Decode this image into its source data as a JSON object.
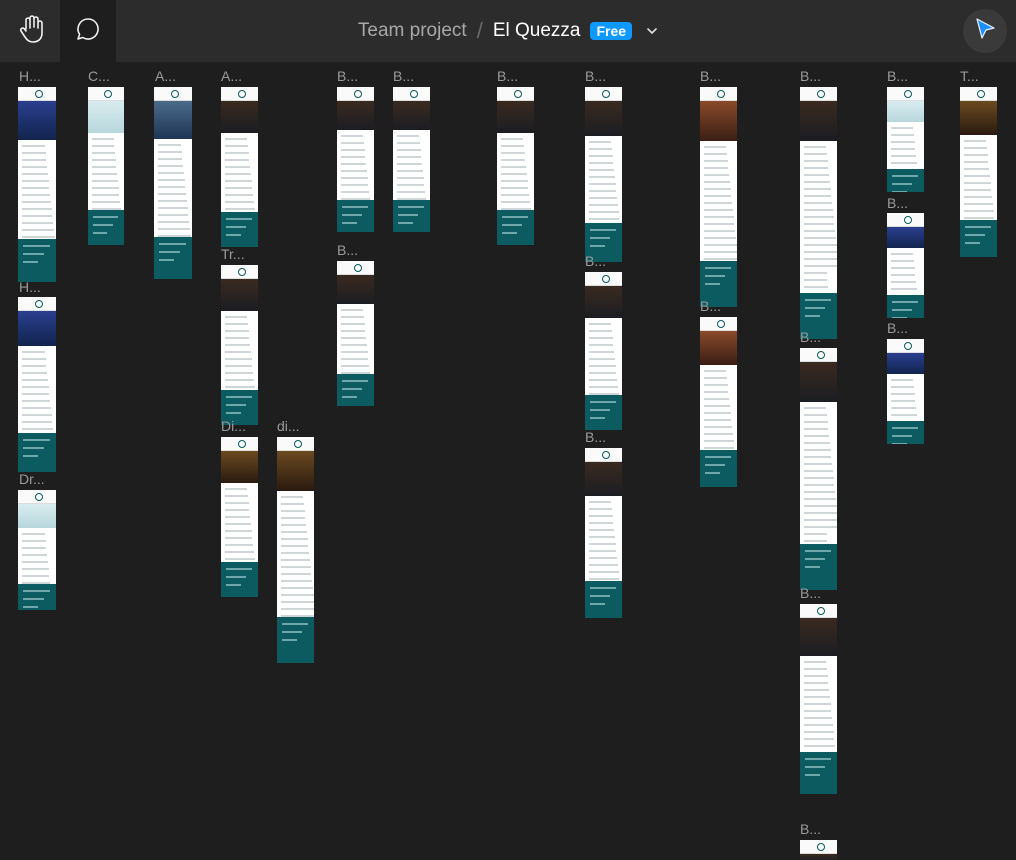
{
  "toolbar": {
    "hand_tool_icon": "hand-icon",
    "comment_tool_icon": "comment-bubble-icon",
    "team": "Team project",
    "separator": "/",
    "file_name": "El Quezza",
    "plan_badge": "Free",
    "dropdown_icon": "chevron-down-icon",
    "present_icon": "cursor-arrow-icon",
    "accent": "#0d99ff"
  },
  "canvas": {
    "background": "#1e1e1e",
    "frame_theme": "#0b5b60",
    "frame_labels": [
      "H...",
      "H...",
      "Dr...",
      "C...",
      "A...",
      "A...",
      "Tr...",
      "Di...",
      "di...",
      "B...",
      "B...",
      "B...",
      "B...",
      "B...",
      "B...",
      "B...",
      "B...",
      "B...",
      "B...",
      "B...",
      "B...",
      "B...",
      "B...",
      "B...",
      "B...",
      "T..."
    ]
  }
}
